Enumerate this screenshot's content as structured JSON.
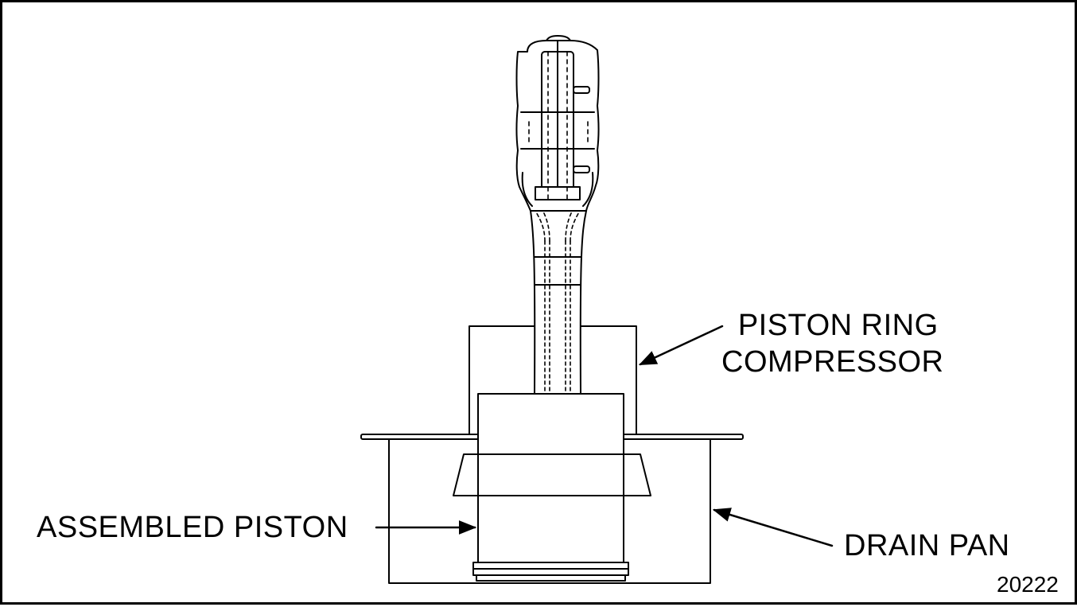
{
  "labels": {
    "piston_ring_compressor": [
      "PISTON RING",
      "COMPRESSOR"
    ],
    "assembled_piston": "ASSEMBLED PISTON",
    "drain_pan": "DRAIN PAN"
  },
  "figure_number": "20222",
  "colors": {
    "line": "#000000",
    "background": "#ffffff"
  }
}
